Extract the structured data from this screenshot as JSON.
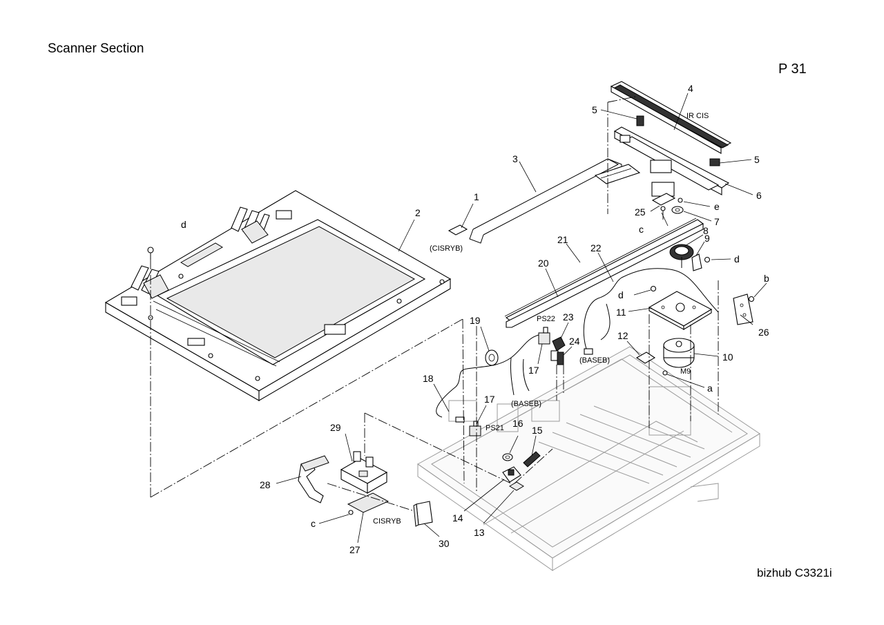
{
  "header": {
    "title": "Scanner Section",
    "page": "P 31"
  },
  "footer": {
    "model": "bizhub C3321i"
  },
  "callouts": [
    {
      "id": "1",
      "text": "1"
    },
    {
      "id": "2",
      "text": "2"
    },
    {
      "id": "3",
      "text": "3"
    },
    {
      "id": "4",
      "text": "4"
    },
    {
      "id": "5a",
      "text": "5"
    },
    {
      "id": "5b",
      "text": "5"
    },
    {
      "id": "6",
      "text": "6"
    },
    {
      "id": "7",
      "text": "7"
    },
    {
      "id": "8",
      "text": "8"
    },
    {
      "id": "9",
      "text": "9"
    },
    {
      "id": "10",
      "text": "10"
    },
    {
      "id": "11",
      "text": "11"
    },
    {
      "id": "12",
      "text": "12"
    },
    {
      "id": "13",
      "text": "13"
    },
    {
      "id": "14",
      "text": "14"
    },
    {
      "id": "15",
      "text": "15"
    },
    {
      "id": "16",
      "text": "16"
    },
    {
      "id": "17a",
      "text": "17"
    },
    {
      "id": "17b",
      "text": "17"
    },
    {
      "id": "18",
      "text": "18"
    },
    {
      "id": "19",
      "text": "19"
    },
    {
      "id": "20",
      "text": "20"
    },
    {
      "id": "21",
      "text": "21"
    },
    {
      "id": "22",
      "text": "22"
    },
    {
      "id": "23",
      "text": "23"
    },
    {
      "id": "24",
      "text": "24"
    },
    {
      "id": "25",
      "text": "25"
    },
    {
      "id": "26",
      "text": "26"
    },
    {
      "id": "27",
      "text": "27"
    },
    {
      "id": "28",
      "text": "28"
    },
    {
      "id": "29",
      "text": "29"
    },
    {
      "id": "30",
      "text": "30"
    },
    {
      "id": "a",
      "text": "a"
    },
    {
      "id": "b",
      "text": "b"
    },
    {
      "id": "c1",
      "text": "c"
    },
    {
      "id": "c2",
      "text": "c"
    },
    {
      "id": "d1",
      "text": "d"
    },
    {
      "id": "d2",
      "text": "d"
    },
    {
      "id": "d3",
      "text": "d"
    },
    {
      "id": "e",
      "text": "e"
    }
  ],
  "tags": [
    {
      "id": "ircis",
      "text": "IR CIS"
    },
    {
      "id": "cisryb1",
      "text": "(CISRYB)"
    },
    {
      "id": "cisryb2",
      "text": "CISRYB"
    },
    {
      "id": "ps22",
      "text": "PS22"
    },
    {
      "id": "ps21",
      "text": "PS21"
    },
    {
      "id": "baseb1",
      "text": "(BASEB)"
    },
    {
      "id": "baseb2",
      "text": "(BASEB)"
    },
    {
      "id": "m9",
      "text": "M9"
    }
  ]
}
